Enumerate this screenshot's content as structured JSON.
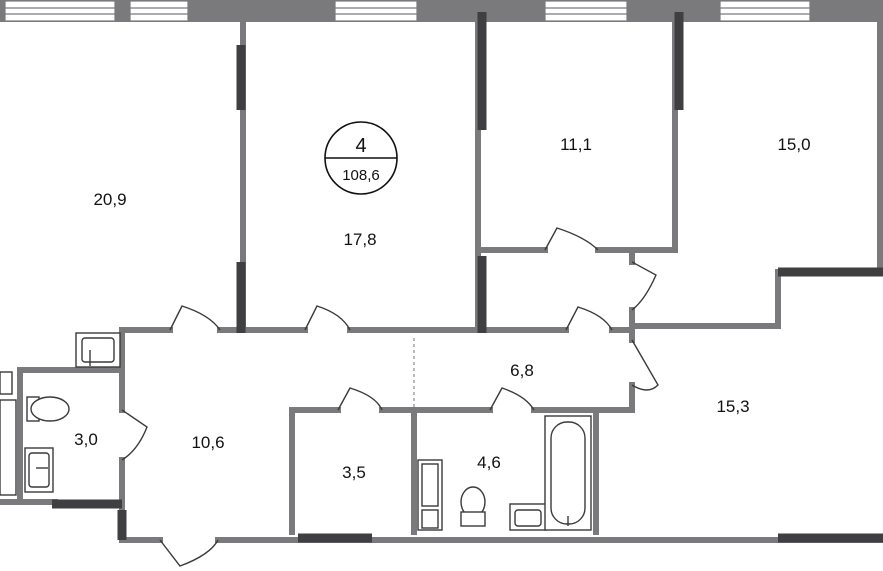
{
  "apartment": {
    "rooms_count": "4",
    "total_area": "108,6"
  },
  "rooms": {
    "living_left": "20,9",
    "bedroom_center": "17,8",
    "bedroom_small": "11,1",
    "bedroom_right": "15,0",
    "kitchen_living": "15,3",
    "corridor": "6,8",
    "hall": "10,6",
    "wc": "3,0",
    "storage": "3,5",
    "bathroom": "4,6"
  },
  "colors": {
    "wall": "#7a7a7d",
    "wall_dark": "#3f3f42",
    "line": "#3a3a3a",
    "background": "#ffffff"
  }
}
